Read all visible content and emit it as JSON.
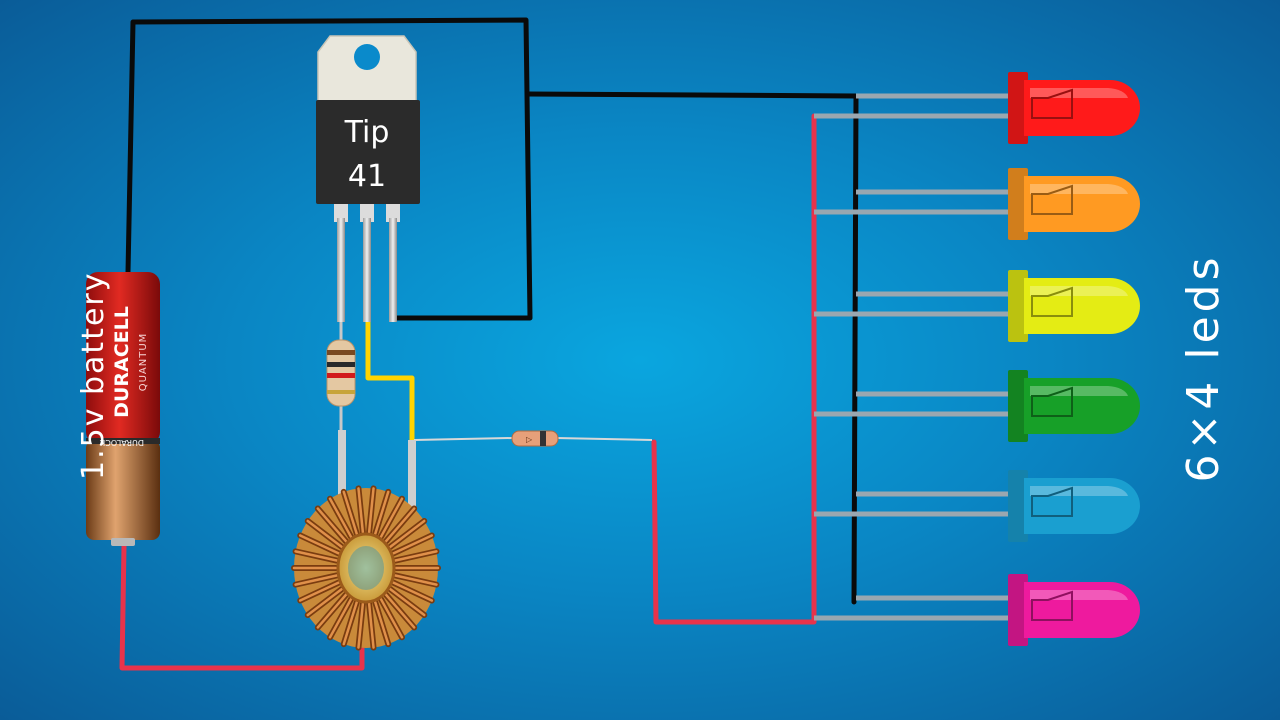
{
  "transistor": {
    "line1": "Tip",
    "line2": "41"
  },
  "battery": {
    "brand": "DURACELL",
    "series": "QUANTUM",
    "tag": "DURALOCK",
    "label": "1.5v battery"
  },
  "leds": {
    "label": "6×4 leds",
    "colors": [
      "#ff1a1a",
      "#ff9a22",
      "#e4ec14",
      "#17a028",
      "#1a9fd0",
      "#ee1a9e"
    ]
  },
  "wire_colors": {
    "black": "#0a0a0a",
    "red": "#e8334b",
    "yellow": "#ffd400",
    "lead": "#9aa7b0"
  }
}
